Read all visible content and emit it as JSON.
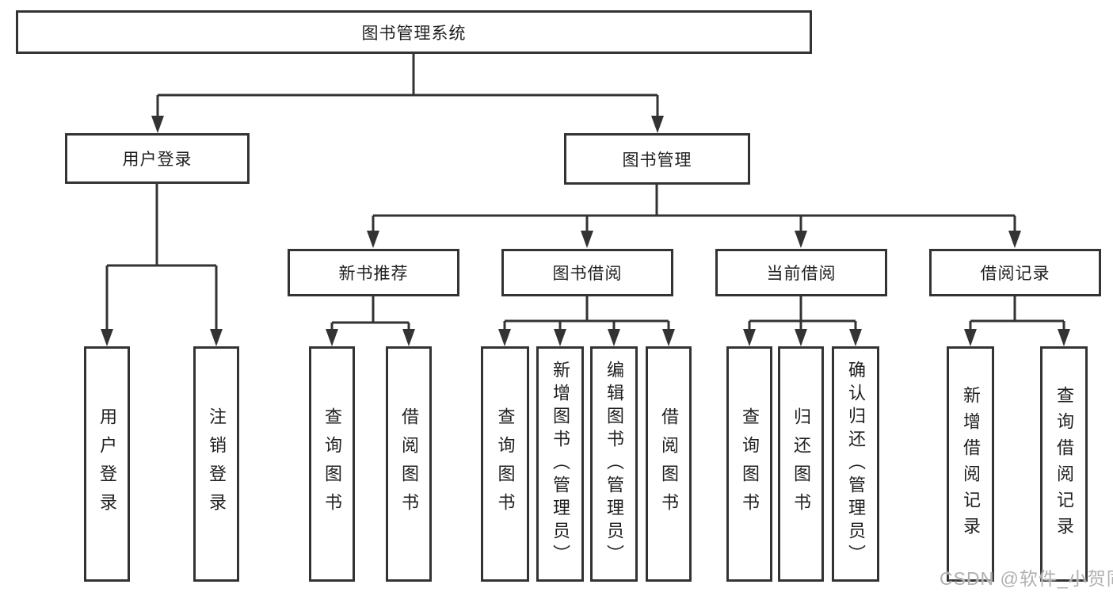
{
  "diagram": {
    "title": "图书管理系统",
    "level2": [
      {
        "label": "用户登录"
      },
      {
        "label": "图书管理"
      }
    ],
    "level3": [
      {
        "label": "新书推荐"
      },
      {
        "label": "图书借阅"
      },
      {
        "label": "当前借阅"
      },
      {
        "label": "借阅记录"
      }
    ],
    "leaves": [
      {
        "label": "用户登录"
      },
      {
        "label": "注销登录"
      },
      {
        "label": "查询图书"
      },
      {
        "label": "借阅图书"
      },
      {
        "label": "查询图书"
      },
      {
        "label": "新增图书（管理员）"
      },
      {
        "label": "编辑图书（管理员）"
      },
      {
        "label": "借阅图书"
      },
      {
        "label": "查询图书"
      },
      {
        "label": "归还图书"
      },
      {
        "label": "确认归还（管理员）"
      },
      {
        "label": "新增借阅记录"
      },
      {
        "label": "查询借阅记录"
      }
    ],
    "hierarchy": {
      "图书管理系统": {
        "用户登录": [
          "用户登录",
          "注销登录"
        ],
        "图书管理": {
          "新书推荐": [
            "查询图书",
            "借阅图书"
          ],
          "图书借阅": [
            "查询图书",
            "新增图书（管理员）",
            "编辑图书（管理员）",
            "借阅图书"
          ],
          "当前借阅": [
            "查询图书",
            "归还图书",
            "确认归还（管理员）"
          ],
          "借阅记录": [
            "新增借阅记录",
            "查询借阅记录"
          ]
        }
      }
    },
    "line_color": "#333333"
  },
  "watermark": {
    "text": "CSDN @软件_小贺同学"
  }
}
